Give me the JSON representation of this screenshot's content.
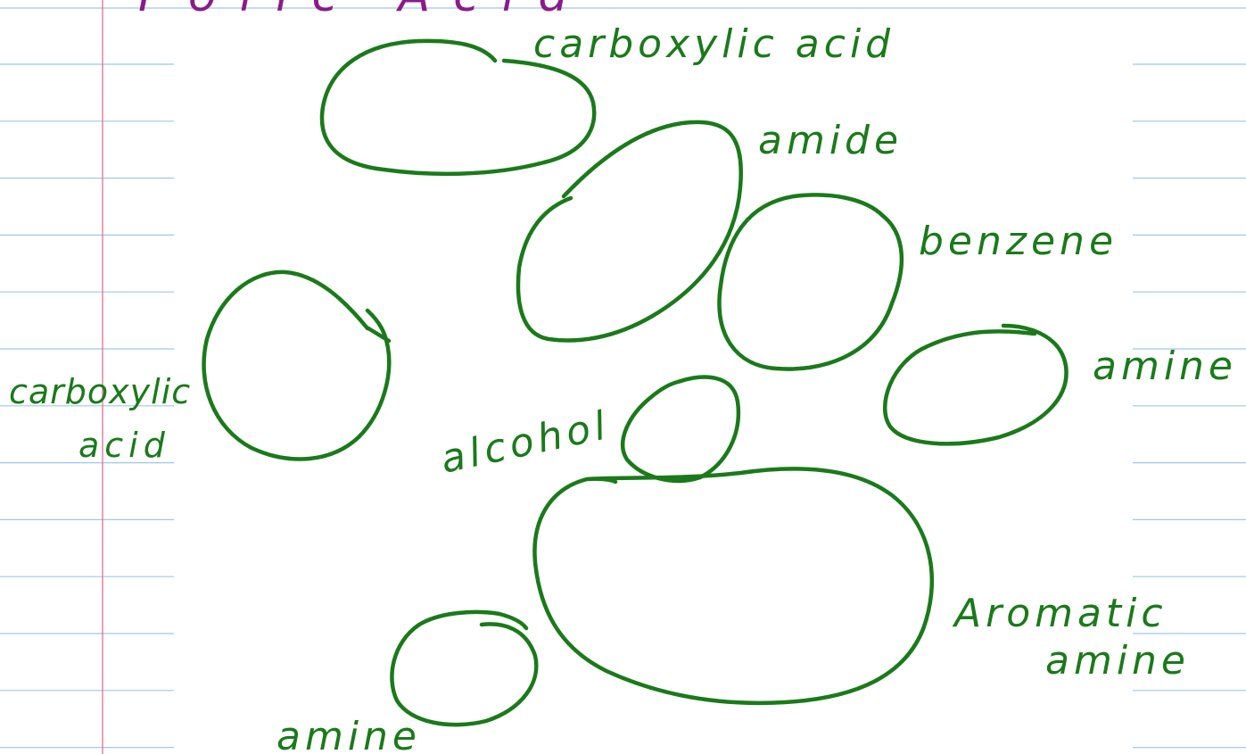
{
  "page": {
    "title_partial": "Folic Acid",
    "ink_color": "#1a7a1a",
    "title_ink_color": "#8a1a8a",
    "rule_color": "#9cc8ee",
    "margin_color": "#e07a98"
  },
  "labels": {
    "carboxylic_acid_top": "carboxylic acid",
    "amide": "amide",
    "benzene": "benzene",
    "amine_right": "amine",
    "carboxylic_left_line1": "carboxylic",
    "carboxylic_left_line2": "acid",
    "alcohol": "alcohol",
    "aromatic_line1": "Aromatic",
    "aromatic_line2": "amine",
    "amine_bottom": "amine"
  }
}
